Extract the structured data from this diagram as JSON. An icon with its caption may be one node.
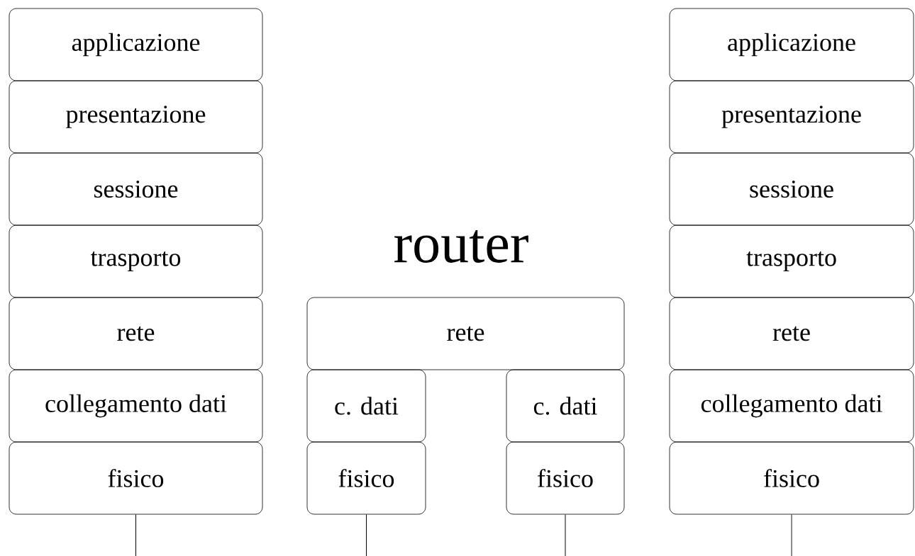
{
  "diagram": {
    "nodes": [
      {
        "text": [
          "applicazione"
        ]
      },
      {
        "text": [
          "presentazione"
        ]
      },
      {
        "text": [
          "sessione"
        ]
      },
      {
        "text": [
          "trasporto"
        ]
      },
      {
        "text": [
          "rete"
        ]
      },
      {
        "text": [
          "collegamento dati"
        ]
      },
      {
        "text": [
          "fisico"
        ]
      },
      {
        "text": [
          "rete"
        ]
      },
      {
        "text": [
          "c. dati"
        ]
      },
      {
        "text": [
          "c. dati"
        ]
      },
      {
        "text": [
          "fisico"
        ]
      },
      {
        "text": [
          "fisico"
        ]
      },
      {
        "text": [
          "applicazione"
        ]
      },
      {
        "text": [
          "presentazione"
        ]
      },
      {
        "text": [
          "sessione"
        ]
      },
      {
        "text": [
          "trasporto"
        ]
      },
      {
        "text": [
          "rete"
        ]
      },
      {
        "text": [
          "collegamento dati"
        ]
      },
      {
        "text": [
          "fisico"
        ]
      }
    ],
    "edges": [
      {
        "from": 6,
        "to": null,
        "arrow": "none"
      },
      {
        "from": 10,
        "to": null,
        "arrow": "none"
      },
      {
        "from": 11,
        "to": null,
        "arrow": "none"
      },
      {
        "from": 18,
        "to": null,
        "arrow": "none"
      }
    ],
    "labels": [
      "router"
    ]
  }
}
